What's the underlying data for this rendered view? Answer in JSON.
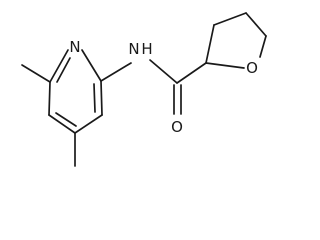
{
  "diagram": {
    "type": "chemical-structure",
    "atoms": {
      "pyridine_n": "N",
      "amide_nh": "N",
      "amide_h": "H",
      "carbonyl_o": "O",
      "ring_o": "O"
    }
  }
}
